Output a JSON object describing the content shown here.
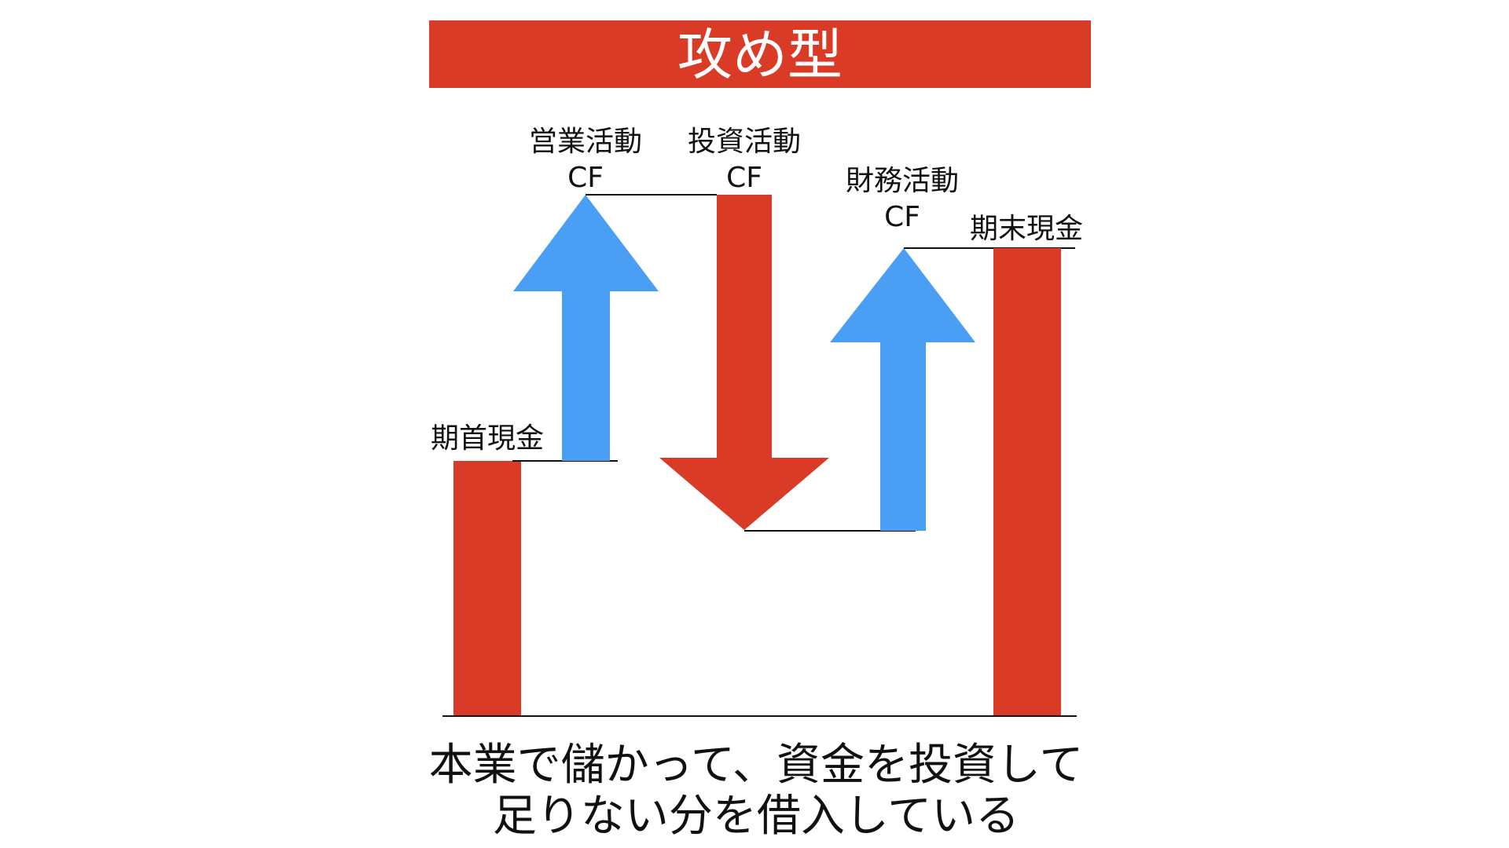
{
  "title": "攻め型",
  "colors": {
    "cash_bar": "#D93B27",
    "inflow_arrow": "#4A9FF5",
    "outflow_arrow": "#D93B27",
    "title_bg": "#D93B27",
    "title_text": "#FFFFFF",
    "text": "#111111",
    "line": "#111111"
  },
  "steps": {
    "opening_cash": {
      "label": "期首現金",
      "kind": "cash-bar"
    },
    "operating_cf": {
      "label_line1": "営業活動",
      "label_line2": "CF",
      "direction": "up",
      "color": "blue"
    },
    "investing_cf": {
      "label_line1": "投資活動",
      "label_line2": "CF",
      "direction": "down",
      "color": "red"
    },
    "financing_cf": {
      "label_line1": "財務活動",
      "label_line2": "CF",
      "direction": "up",
      "color": "blue"
    },
    "closing_cash": {
      "label": "期末現金",
      "kind": "cash-bar"
    }
  },
  "caption": {
    "line1": "本業で儲かって、資金を投資して",
    "line2": "足りない分を借入している"
  }
}
